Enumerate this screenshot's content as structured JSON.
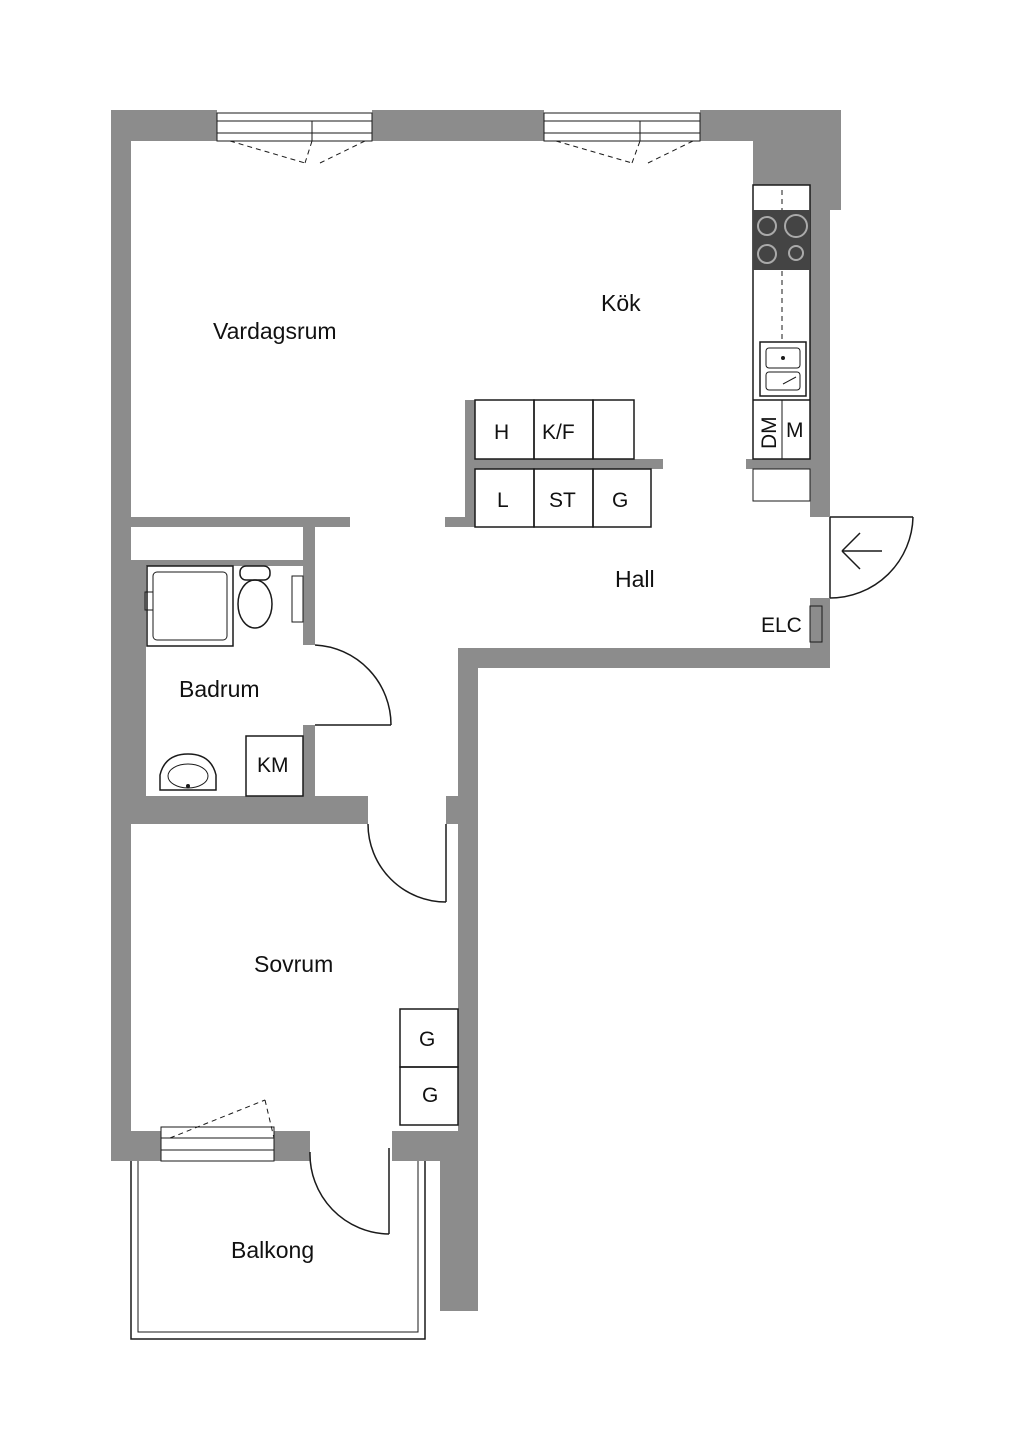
{
  "rooms": {
    "vardagsrum": "Vardagsrum",
    "kok": "Kök",
    "hall": "Hall",
    "badrum": "Badrum",
    "sovrum": "Sovrum",
    "balkong": "Balkong"
  },
  "fixtures": {
    "hall_top_1": "H",
    "hall_top_2": "K/F",
    "hall_bottom_1": "L",
    "hall_bottom_2": "ST",
    "hall_bottom_3": "G",
    "kitchen_dm": "DM",
    "kitchen_m": "M",
    "elc": "ELC",
    "bath_km": "KM",
    "wardrobe_1": "G",
    "wardrobe_2": "G"
  },
  "colors": {
    "wall": "#8c8c8c",
    "stove": "#444444",
    "line": "#1a1a1a"
  }
}
